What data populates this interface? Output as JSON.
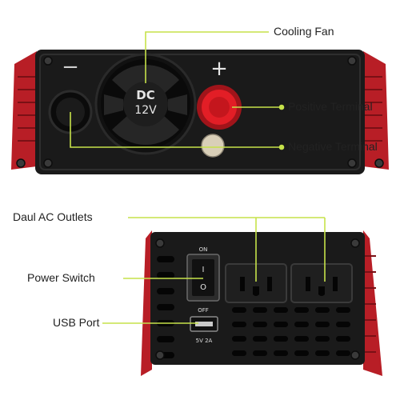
{
  "callouts": {
    "cooling_fan": "Cooling Fan",
    "positive_terminal": "Positive Terminal",
    "negative_terminal": "Negative Terminal",
    "dual_ac_outlets": "Daul AC Outlets",
    "power_switch": "Power Switch",
    "usb_port": "USB Port"
  },
  "device_print": {
    "front_voltage_top": "DC",
    "front_voltage_bottom": "12V",
    "minus_sign": "−",
    "plus_sign": "+",
    "switch_on": "ON",
    "switch_off": "OFF",
    "switch_mark_on": "I",
    "switch_mark_off": "O",
    "usb_rating": "5V 2A"
  },
  "colors": {
    "callout_line": "#c6e24a",
    "housing_red": "#c8242c",
    "panel_black": "#1a1a1a",
    "terminal_red": "#e21e26"
  }
}
